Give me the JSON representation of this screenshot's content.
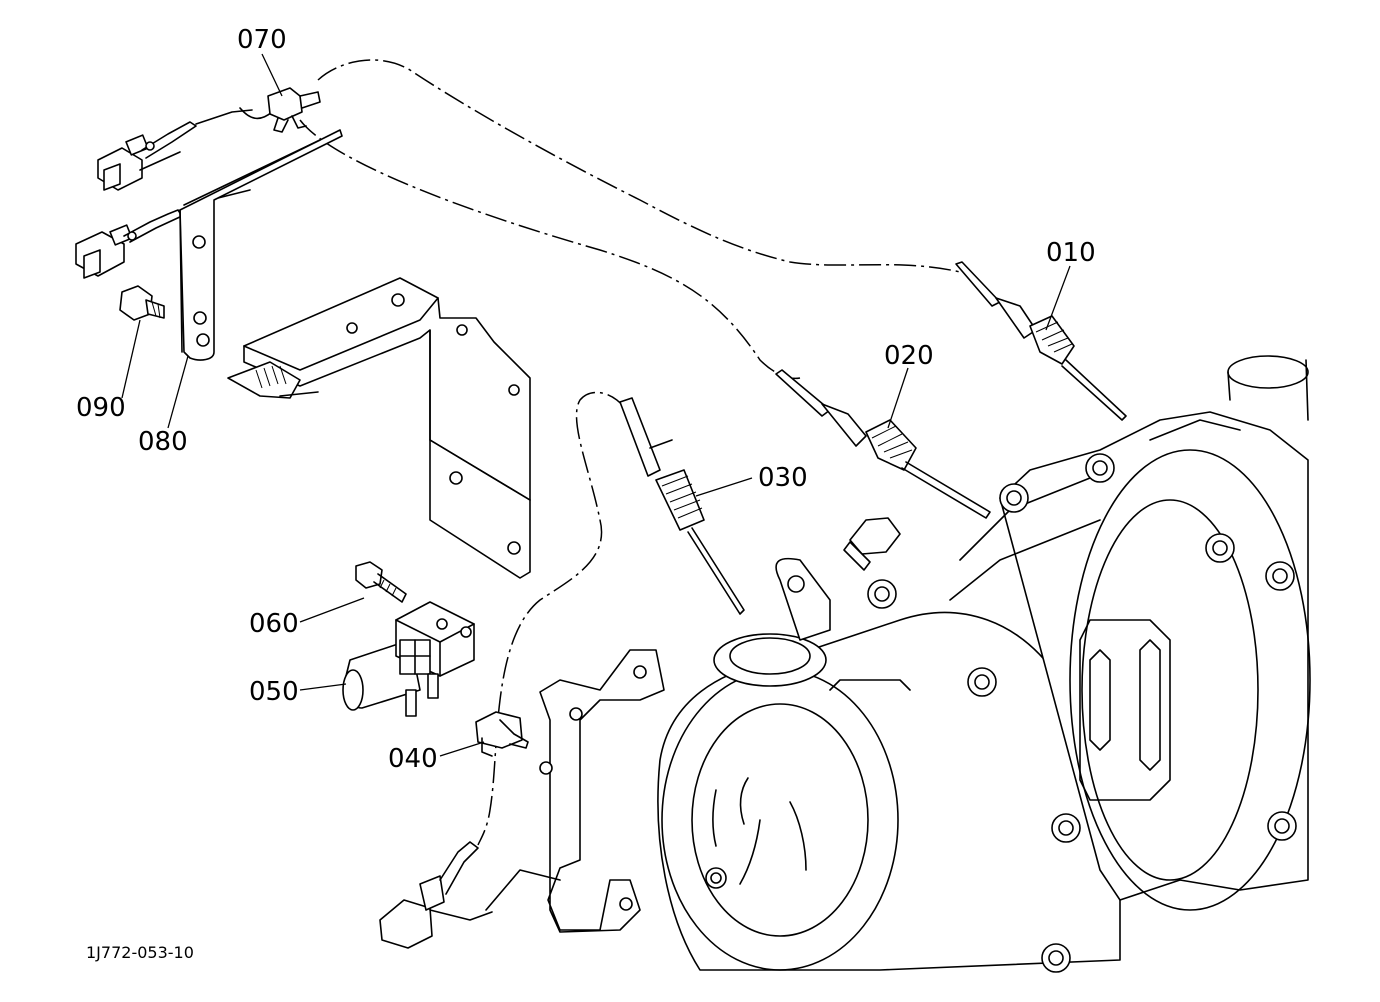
{
  "figure_id": "1J772-053-10",
  "callouts": {
    "p010": "010",
    "p020": "020",
    "p030": "030",
    "p040": "040",
    "p050": "050",
    "p060": "060",
    "p070": "070",
    "p080": "080",
    "p090": "090"
  }
}
